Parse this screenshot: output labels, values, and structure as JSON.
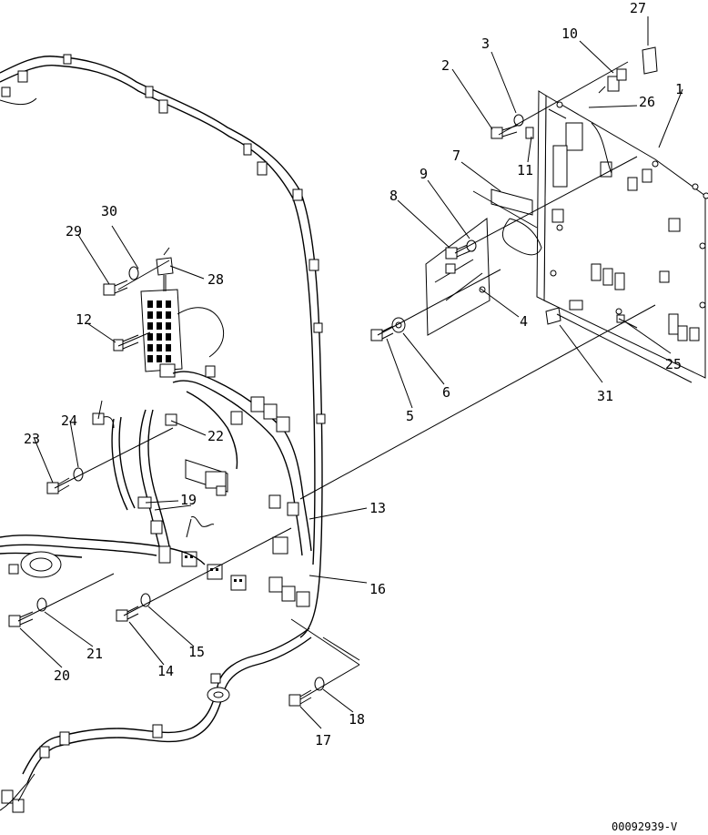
{
  "drawing_code": "00092939-V",
  "callouts": [
    "1",
    "2",
    "3",
    "4",
    "5",
    "6",
    "7",
    "8",
    "9",
    "10",
    "11",
    "12",
    "13",
    "14",
    "15",
    "16",
    "17",
    "18",
    "19",
    "20",
    "21",
    "22",
    "23",
    "24",
    "25",
    "26",
    "27",
    "28",
    "29",
    "30",
    "31"
  ]
}
